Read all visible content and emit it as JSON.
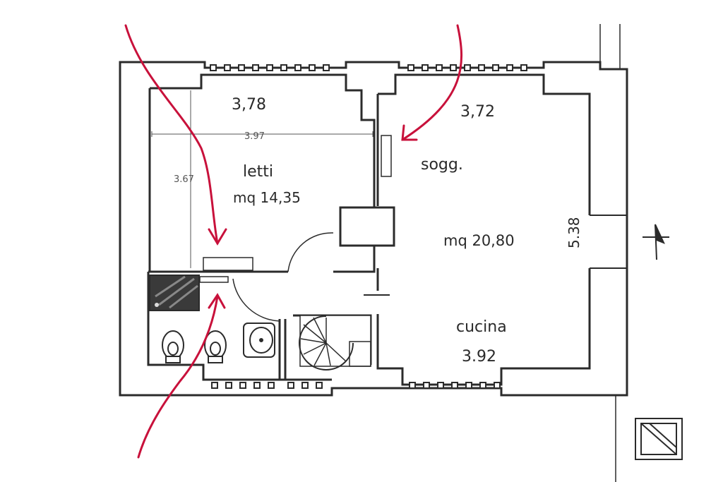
{
  "rooms": {
    "bedroom": {
      "width_label": "3,78",
      "inner_width_label": "3.97",
      "height_label": "3.67",
      "name": "letti",
      "area": "mq 14,35"
    },
    "living": {
      "width_label": "3,72",
      "name": "sogg.",
      "area": "mq 20,80",
      "height_label": "5.38",
      "kitchen_name": "cucina",
      "kitchen_width_label": "3.92"
    }
  },
  "colors": {
    "wall": "#2b2b2b",
    "arrow": "#c8113b",
    "paper": "#ffffff"
  },
  "icons": [
    "compass-icon",
    "window-symbol",
    "toilet-icon",
    "bidet-icon",
    "sink-icon",
    "spiral-stair-icon",
    "shower-icon",
    "electrical-panel-icon"
  ]
}
